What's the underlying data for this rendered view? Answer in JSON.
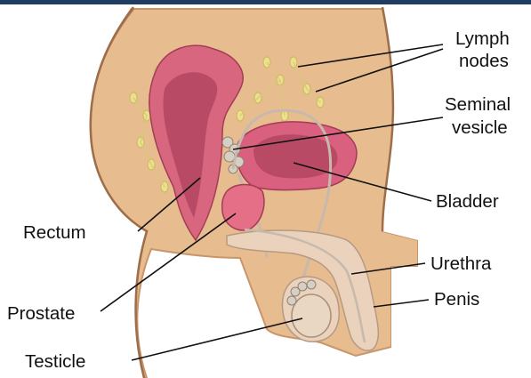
{
  "diagram": {
    "labels": {
      "lymph_line1": "Lymph",
      "lymph_line2": "nodes",
      "seminal_line1": "Seminal",
      "seminal_line2": "vesicle",
      "bladder": "Bladder",
      "rectum": "Rectum",
      "urethra": "Urethra",
      "prostate": "Prostate",
      "penis": "Penis",
      "testicle": "Testicle"
    },
    "colors": {
      "header_bar": "#1f3c63",
      "skin": "#e7bc8f",
      "skin_outline": "#c9956a",
      "rectum": "#d8667f",
      "rectum_inner": "#b84a66",
      "bladder": "#d9607e",
      "prostate": "#e46f86",
      "lymph_nodes": "#ecdf8e",
      "penis": "#ead2bd",
      "vas_deferens": "#c7b9ac"
    }
  }
}
